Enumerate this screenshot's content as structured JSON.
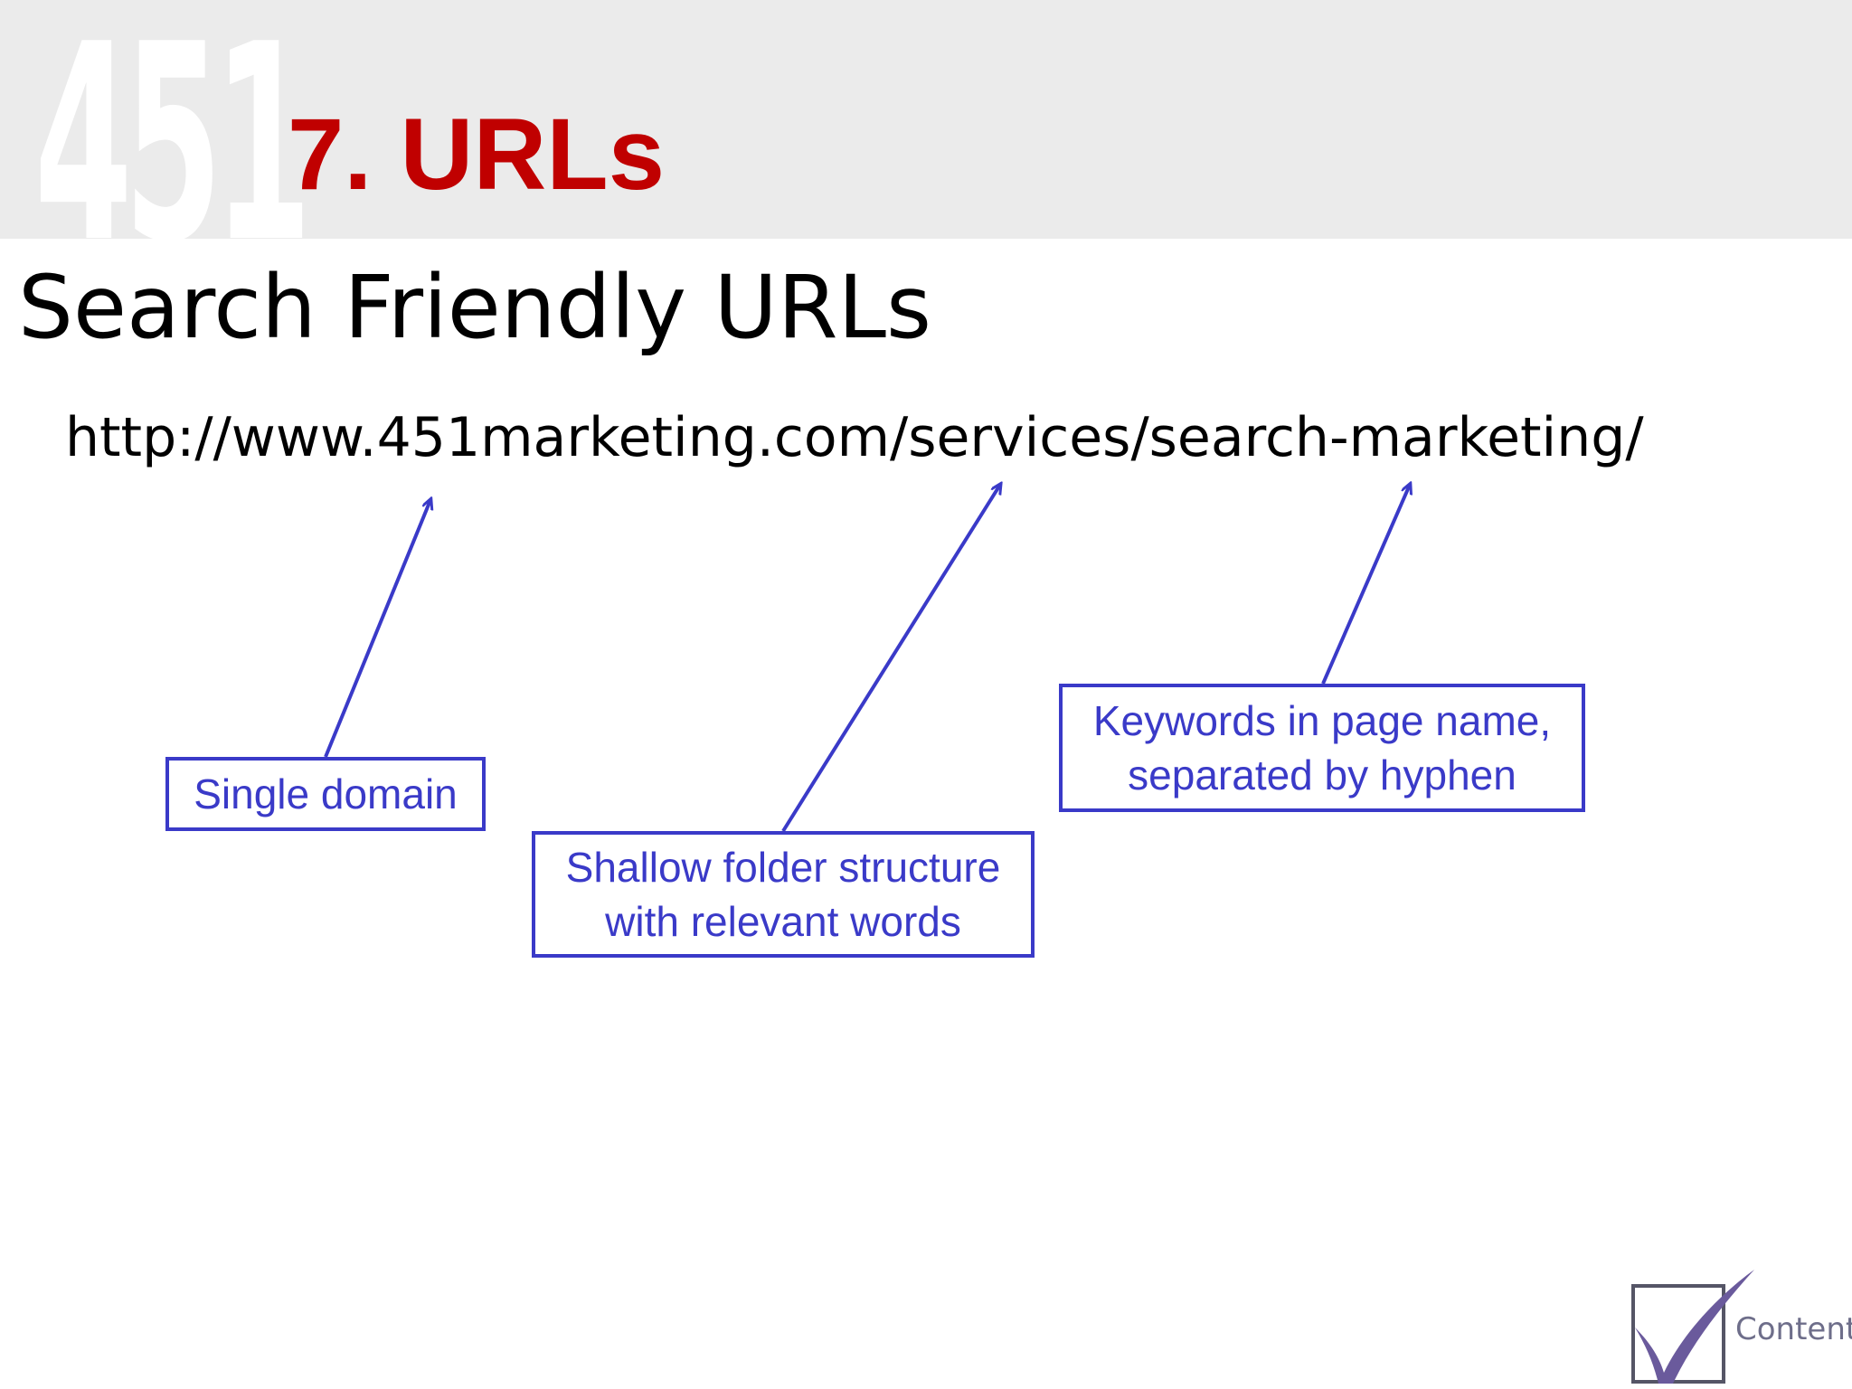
{
  "header": {
    "logo_number": "451",
    "section_title": "7. URLs"
  },
  "heading": "Search Friendly URLs",
  "url": "http://www.451marketing.com/services/search-marketing/",
  "callouts": {
    "domain": {
      "lines": [
        "Single domain"
      ]
    },
    "folder": {
      "lines": [
        "Shallow folder structure",
        "with relevant words"
      ]
    },
    "keywords": {
      "lines": [
        "Keywords in page name,",
        "separated by hyphen"
      ]
    }
  },
  "colors": {
    "accent_red": "#c00000",
    "callout_blue": "#3a3ac8",
    "band_gray": "#ebebeb",
    "check_purple": "#6a5a9c"
  },
  "badge": {
    "icon": "checkbox-check-icon",
    "label": "Content"
  }
}
